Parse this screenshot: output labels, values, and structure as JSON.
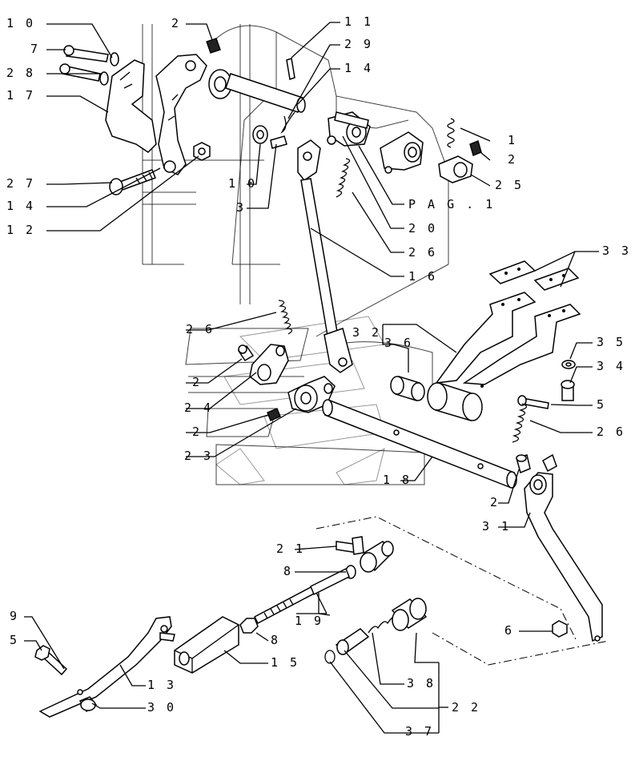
{
  "diagram": {
    "labels": [
      {
        "id": "l10a",
        "text": "1 0"
      },
      {
        "id": "l7",
        "text": "7"
      },
      {
        "id": "l28",
        "text": "2 8"
      },
      {
        "id": "l17",
        "text": "1 7"
      },
      {
        "id": "l2a",
        "text": "2"
      },
      {
        "id": "l11",
        "text": "1 1"
      },
      {
        "id": "l29",
        "text": "2 9"
      },
      {
        "id": "l14a",
        "text": "1 4"
      },
      {
        "id": "l1",
        "text": "1"
      },
      {
        "id": "l2b",
        "text": "2"
      },
      {
        "id": "l25",
        "text": "2 5"
      },
      {
        "id": "l27",
        "text": "2 7"
      },
      {
        "id": "l14b",
        "text": "1 4"
      },
      {
        "id": "l12",
        "text": "1 2"
      },
      {
        "id": "l10b",
        "text": "1 0"
      },
      {
        "id": "l3",
        "text": "3"
      },
      {
        "id": "lpag",
        "text": "P A G . 1"
      },
      {
        "id": "l20",
        "text": "2 0"
      },
      {
        "id": "l26a",
        "text": "2 6"
      },
      {
        "id": "l16",
        "text": "1 6"
      },
      {
        "id": "l33",
        "text": "3 3"
      },
      {
        "id": "l26b",
        "text": "2 6"
      },
      {
        "id": "l32",
        "text": "3 2"
      },
      {
        "id": "l36",
        "text": "3 6"
      },
      {
        "id": "l35",
        "text": "3 5"
      },
      {
        "id": "l34",
        "text": "3 4"
      },
      {
        "id": "l2c",
        "text": "2"
      },
      {
        "id": "l24",
        "text": "2 4"
      },
      {
        "id": "l5a",
        "text": "5"
      },
      {
        "id": "l2d",
        "text": "2"
      },
      {
        "id": "l26c",
        "text": "2 6"
      },
      {
        "id": "l23",
        "text": "2 3"
      },
      {
        "id": "l18",
        "text": "1 8"
      },
      {
        "id": "l2e",
        "text": "2"
      },
      {
        "id": "l31",
        "text": "3 1"
      },
      {
        "id": "l21",
        "text": "2 1"
      },
      {
        "id": "l8a",
        "text": "8"
      },
      {
        "id": "l19",
        "text": "1 9"
      },
      {
        "id": "l9",
        "text": "9"
      },
      {
        "id": "l5b",
        "text": "5"
      },
      {
        "id": "l8b",
        "text": "8"
      },
      {
        "id": "l6",
        "text": "6"
      },
      {
        "id": "l15",
        "text": "1 5"
      },
      {
        "id": "l13",
        "text": "1 3"
      },
      {
        "id": "l38",
        "text": "3 8"
      },
      {
        "id": "l22",
        "text": "2 2"
      },
      {
        "id": "l30",
        "text": "3 0"
      },
      {
        "id": "l37",
        "text": "3 7"
      }
    ]
  }
}
